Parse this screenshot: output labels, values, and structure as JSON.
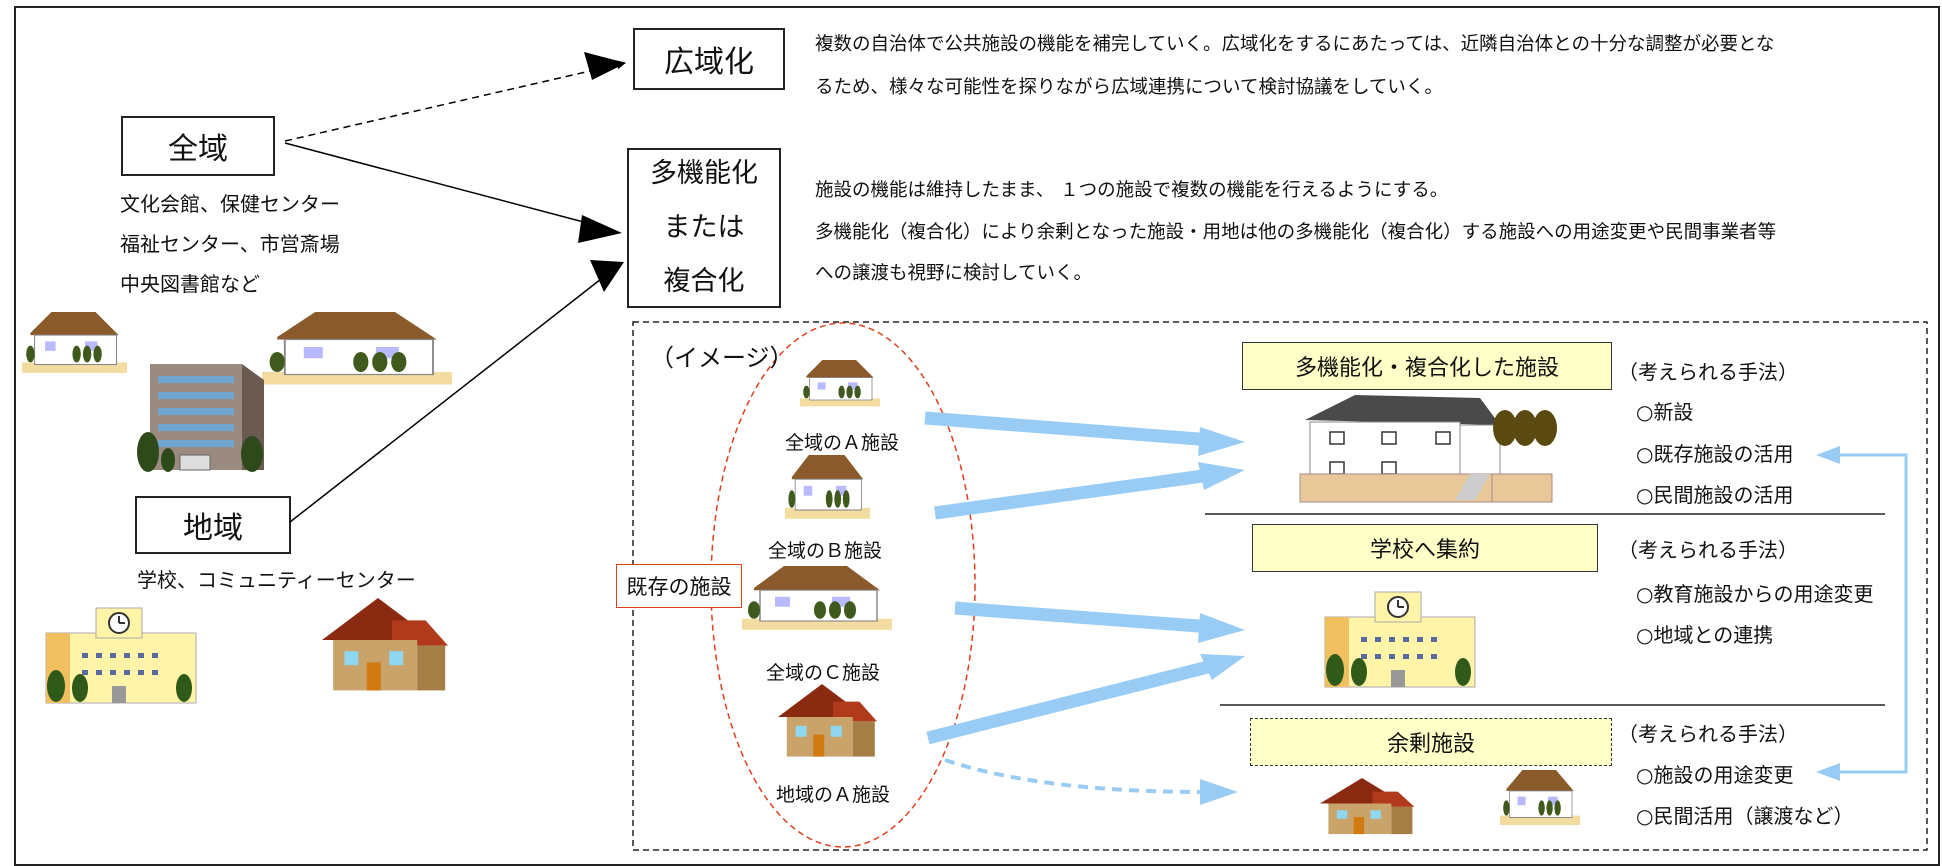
{
  "left": {
    "zeniki": {
      "title": "全域",
      "lines": [
        "文化会館、保健センター",
        "福祉センター、市営斎場",
        "中央図書館など"
      ]
    },
    "chiiki": {
      "title": "地域",
      "desc": "学校、コミュニティーセンター"
    }
  },
  "top": {
    "koikika": {
      "title": "広域化",
      "desc1": "複数の自治体で公共施設の機能を補完していく。広域化をするにあたっては、近隣自治体との十分な調整が必要とな",
      "desc2": "るため、様々な可能性を探りながら広域連携について検討協議をしていく。"
    },
    "takino": {
      "line1": "多機能化",
      "line2": "または",
      "line3": "複合化",
      "desc1": "施設の機能は維持したまま、 １つの施設で複数の機能を行えるようにする。",
      "desc2": "多機能化（複合化）により余剰となった施設・用地は他の多機能化（複合化）する施設への用途変更や民間事業者等",
      "desc3": "への譲渡も視野に検討していく。"
    }
  },
  "image": {
    "label": "（イメージ）",
    "existing": "既存の施設",
    "facilities": [
      "全域のＡ施設",
      "全域のＢ施設",
      "全域のＣ施設",
      "地域のＡ施設"
    ]
  },
  "outcomes": [
    {
      "title": "多機能化・複合化した施設",
      "heading": "（考えられる手法）",
      "methods": [
        "○新設",
        "○既存施設の活用",
        "○民間施設の活用"
      ]
    },
    {
      "title": "学校へ集約",
      "heading": "（考えられる手法）",
      "methods": [
        "○教育施設からの用途変更",
        "○地域との連携"
      ]
    },
    {
      "title": "余剰施設",
      "heading": "（考えられる手法）",
      "methods": [
        "○施設の用途変更",
        "○民間活用（譲渡など）"
      ]
    }
  ],
  "colors": {
    "arrow_blue": "#99ccf5",
    "house_roof_brown": "#8a5a2b",
    "house_roof_red": "#b23a1c",
    "ground": "#f4dca0",
    "highlight_yellow": "#ffffc8",
    "dashed_red": "#e0401a"
  }
}
